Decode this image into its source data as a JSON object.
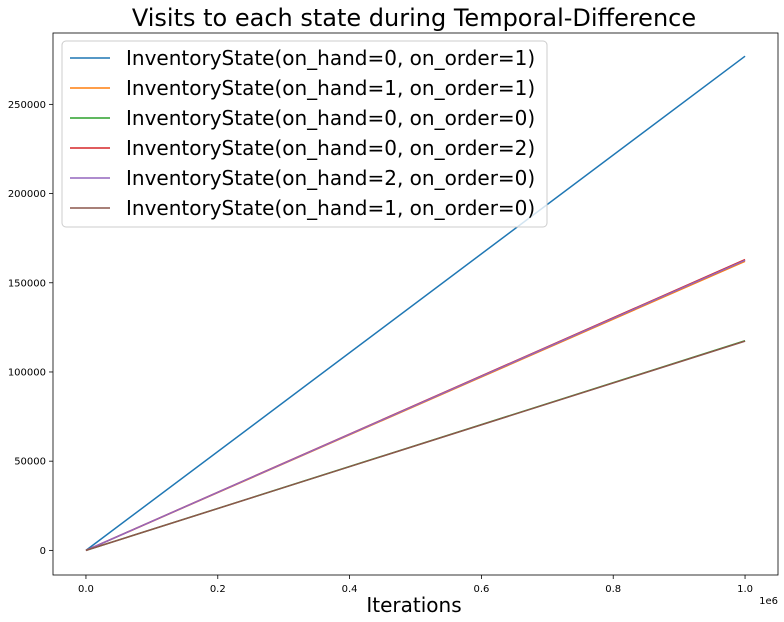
{
  "chart_data": {
    "type": "line",
    "title": "Visits to each state during Temporal-Difference",
    "xlabel": "Iterations",
    "ylabel": "",
    "x_offset_text": "1e6",
    "x": [
      0,
      1000000
    ],
    "xlim": [
      -50000,
      1050000
    ],
    "ylim": [
      -13800,
      290000
    ],
    "x_ticks": [
      0,
      200000,
      400000,
      600000,
      800000,
      1000000
    ],
    "x_tick_labels": [
      "0.0",
      "0.2",
      "0.4",
      "0.6",
      "0.8",
      "1.0"
    ],
    "y_ticks": [
      0,
      50000,
      100000,
      150000,
      200000,
      250000
    ],
    "y_tick_labels": [
      "0",
      "50000",
      "100000",
      "150000",
      "200000",
      "250000"
    ],
    "grid": false,
    "legend_position": "top-left",
    "series": [
      {
        "name": "InventoryState(on_hand=0, on_order=1)",
        "color": "#1f77b4",
        "values": [
          0,
          277000
        ]
      },
      {
        "name": "InventoryState(on_hand=1, on_order=1)",
        "color": "#ff7f0e",
        "values": [
          0,
          162000
        ]
      },
      {
        "name": "InventoryState(on_hand=0, on_order=0)",
        "color": "#2ca02c",
        "values": [
          0,
          117500
        ]
      },
      {
        "name": "InventoryState(on_hand=0, on_order=2)",
        "color": "#d62728",
        "values": [
          0,
          163000
        ]
      },
      {
        "name": "InventoryState(on_hand=2, on_order=0)",
        "color": "#9467bd",
        "values": [
          0,
          162600
        ]
      },
      {
        "name": "InventoryState(on_hand=1, on_order=0)",
        "color": "#8c564b",
        "values": [
          0,
          117300
        ]
      }
    ]
  }
}
